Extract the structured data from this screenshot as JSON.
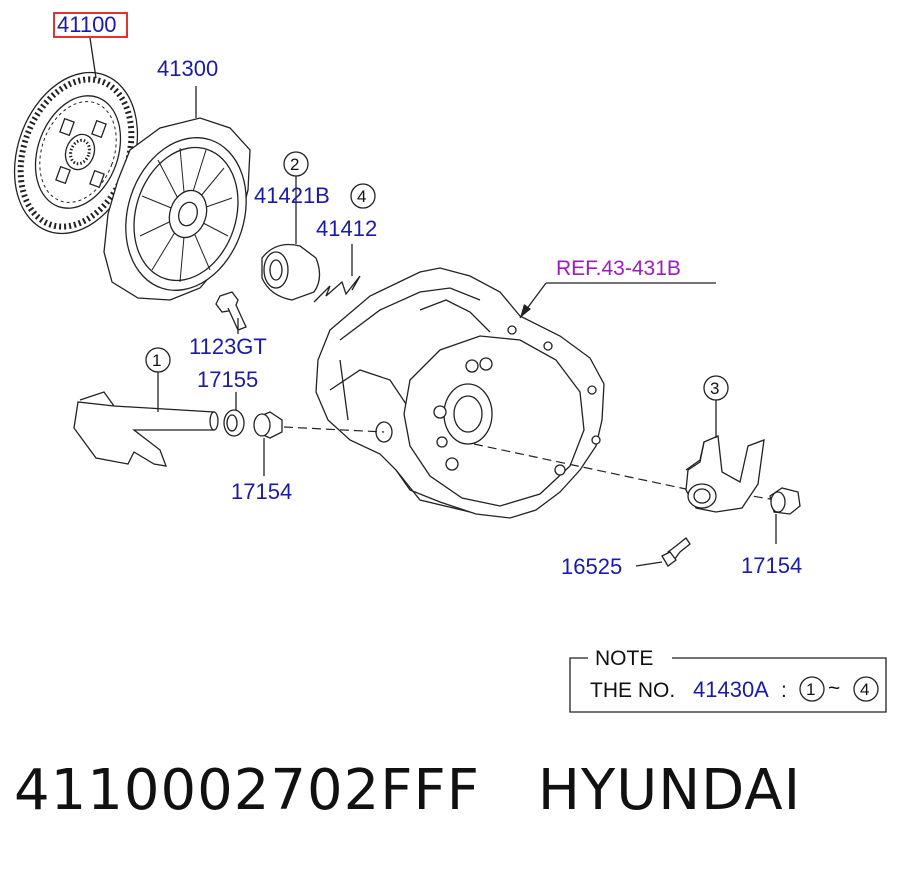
{
  "parts": {
    "disc": "41100",
    "cover": "41300",
    "bearing": "41421B",
    "spring": "41412",
    "bolt": "1123GT",
    "bush_a": "17155",
    "bush_b": "17154",
    "bolt_b": "16525",
    "bush_c": "17154",
    "ref": "REF.43-431B"
  },
  "callouts": {
    "c1": "1",
    "c2": "2",
    "c3": "3",
    "c4": "4"
  },
  "note": {
    "title": "NOTE",
    "prefix": "THE NO.",
    "part": "41430A",
    "colon": ":",
    "range_start": "1",
    "tilde": "~",
    "range_end": "4"
  },
  "footer": {
    "part_number": "4110002702FFF",
    "brand": "HYUNDAI"
  },
  "colors": {
    "label": "#1a1aa8",
    "ref": "#9b1bbf",
    "highlight_box": "#e01c1c",
    "line": "#222222"
  }
}
